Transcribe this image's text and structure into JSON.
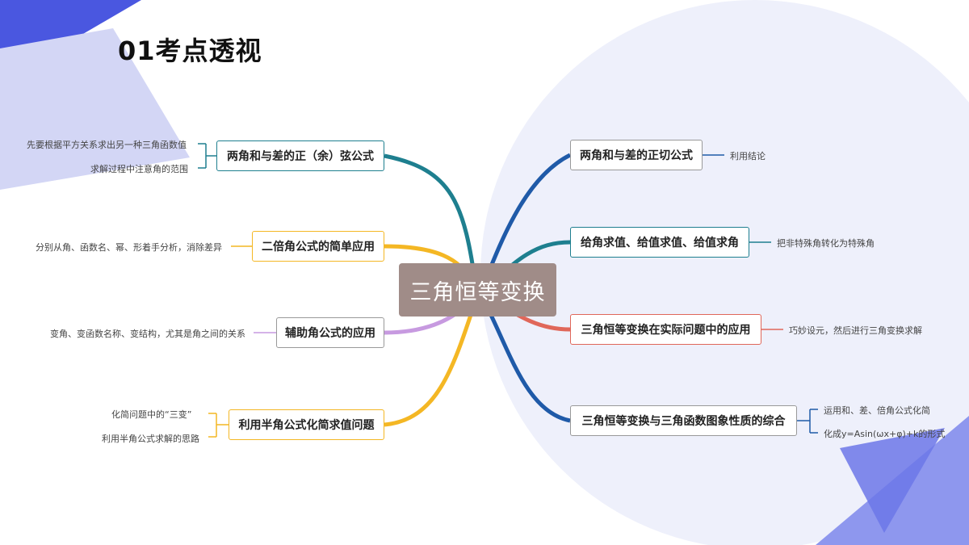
{
  "title": "01考点透视",
  "center": "三角恒等变换",
  "left_branches": [
    {
      "label": "两角和与差的正（余）弦公式",
      "details": [
        "先要根据平方关系求出另一种三角函数值",
        "求解过程中注意角的范围"
      ],
      "color": "#1e7f8f"
    },
    {
      "label": "二倍角公式的简单应用",
      "details": [
        "分别从角、函数名、幂、形着手分析，消除差异"
      ],
      "color": "#f4b724"
    },
    {
      "label": "辅助角公式的应用",
      "details": [
        "变角、变函数名称、变结构，尤其是角之间的关系"
      ],
      "color": "#c79ae0"
    },
    {
      "label": "利用半角公式化简求值问题",
      "details": [
        "化简问题中的“三变”",
        "利用半角公式求解的思路"
      ],
      "color": "#f4b724"
    }
  ],
  "right_branches": [
    {
      "label": "两角和与差的正切公式",
      "details": [
        "利用结论"
      ],
      "color": "#1f5aa8"
    },
    {
      "label": "给角求值、给值求值、给值求角",
      "details": [
        "把非特殊角转化为特殊角"
      ],
      "color": "#1e7f8f"
    },
    {
      "label": "三角恒等变换在实际问题中的应用",
      "details": [
        "巧妙设元，然后进行三角变换求解"
      ],
      "color": "#e0675a"
    },
    {
      "label": "三角恒等变换与三角函数图象性质的综合",
      "details": [
        "运用和、差、倍角公式化简",
        "化成y=Asin(ωx+φ)+k的形式"
      ],
      "color": "#1f5aa8"
    }
  ]
}
